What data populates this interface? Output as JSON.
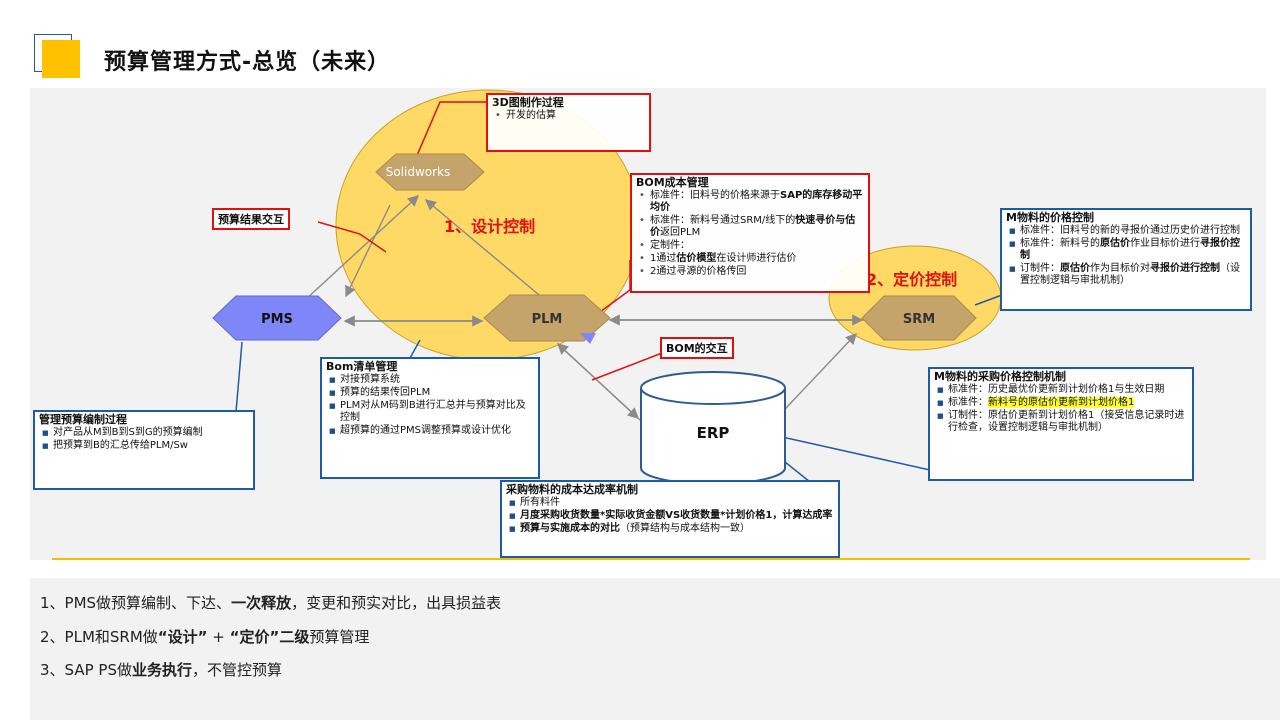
{
  "page": {
    "title": "预算管理方式-总览（未来）"
  },
  "colors": {
    "accent": "#ffc000",
    "ellipse": "#ffd966",
    "hexagon": "#7f87f8",
    "red": "#e01010",
    "blue": "#1f5aa8"
  },
  "nodes": {
    "solidworks": "Solidworks",
    "pms": "PMS",
    "plm": "PLM",
    "srm": "SRM",
    "erp": "ERP"
  },
  "zones": {
    "design": "1、设计控制",
    "pricing": "2、定价控制"
  },
  "tags": {
    "budget_result": "预算结果交互",
    "bom_interaction": "BOM的交互"
  },
  "boxes": {
    "cad": {
      "title": "3D图制作过程",
      "items": [
        "开发的估算"
      ]
    },
    "bom_cost": {
      "title": "BOM成本管理",
      "i1a": "标准件：旧料号的价格来源于",
      "i1b": "SAP的库存移动平均价",
      "i2a": "标准件：新料号通过SRM/线下的",
      "i2b": "快速寻价与估价",
      "i2c": "返回PLM",
      "i3": "定制件：",
      "i4a": "1通过",
      "i4b": "估价模型",
      "i4c": "在设计师进行估价",
      "i5": "2通过寻源的价格传回"
    },
    "m_price": {
      "title": "M物料的价格控制",
      "i1": "标准件：旧料号的新的寻报价通过历史价进行控制",
      "i2a": "标准件：新料号的",
      "i2b": "原估价",
      "i2c": "作业目标价进行",
      "i2d": "寻报价控制",
      "i3a": "订制件：",
      "i3b": "原估价",
      "i3c": "作为目标价对",
      "i3d": "寻报价进行控制",
      "i3e": "（设置控制逻辑与审批机制）"
    },
    "m_purchase": {
      "title": "M物料的采购价格控制机制",
      "i1": "标准件：历史最优价更新到计划价格1与生效日期",
      "i2a": "标准件：",
      "i2b": "新料号的原估价更新到计划价格1",
      "i3": "订制件：原估价更新到计划价格1（接受信息记录时进行检查，设置控制逻辑与审批机制）"
    },
    "bom_list": {
      "title": "Bom清单管理",
      "items": [
        "对接预算系统",
        "预算的结果传回PLM",
        "PLM对从M码到B进行汇总并与预算对比及控制",
        "超预算的通过PMS调整预算或设计优化"
      ]
    },
    "budget_compile": {
      "title": "管理预算编制过程",
      "items": [
        "对产品从M到B到S到G的预算编制",
        "把预算到B的汇总传给PLM/Sw"
      ]
    },
    "cost_rate": {
      "title": "采购物料的成本达成率机制",
      "i1": "所有料件",
      "i2": "月度采购收货数量*实际收货金额VS收货数量*计划价格1，计算达成率",
      "i3a": "预算与实施成本的对比",
      "i3b": "（预算结构与成本结构一致）"
    }
  },
  "summary": {
    "l1a": "1、PMS做预算编制、下达、",
    "l1b": "一次释放",
    "l1c": "，变更和预实对比，出具损益表",
    "l2a": "2、PLM和SRM做",
    "l2b": "“设计”",
    "l2c": "+",
    "l2d": "“定价”",
    "l2e": "二级",
    "l2f": "预算管理",
    "l3a": "3、SAP PS做",
    "l3b": "业务执行",
    "l3c": "，不管控预算"
  }
}
